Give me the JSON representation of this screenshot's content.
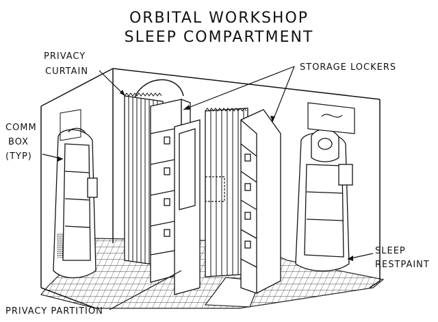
{
  "diagram": {
    "title_line1": "ORBITAL WORKSHOP",
    "title_line2": "SLEEP COMPARTMENT",
    "labels": {
      "privacy_curtain_1": "PRIVACY",
      "privacy_curtain_2": "CURTAIN",
      "storage_lockers": "STORAGE LOCKERS",
      "comm_box_1": "COMM",
      "comm_box_2": "BOX",
      "comm_box_3": "(TYP)",
      "sleep_restraint_1": "SLEEP",
      "sleep_restraint_2": "RESTPAINT",
      "privacy_partition": "PRIVACY PARTITION"
    }
  }
}
